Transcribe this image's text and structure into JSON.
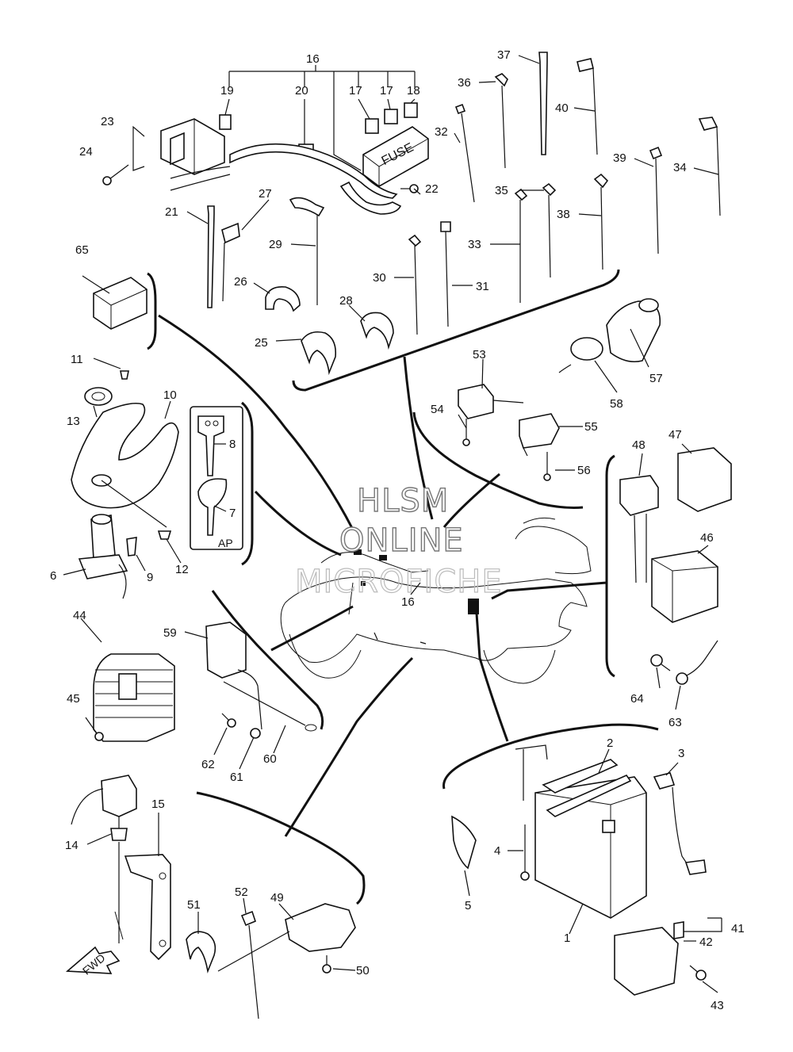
{
  "watermark": {
    "line1": "HLSM",
    "line2": "ONLINE",
    "line3": "MICROFICHE"
  },
  "fuse_box_label": "FUSE",
  "key_set_label": "AP",
  "fwd_label": "FWD",
  "callouts": [
    {
      "id": "c16a",
      "text": "16"
    },
    {
      "id": "c19",
      "text": "19"
    },
    {
      "id": "c20",
      "text": "20"
    },
    {
      "id": "c17a",
      "text": "17"
    },
    {
      "id": "c17b",
      "text": "17"
    },
    {
      "id": "c18",
      "text": "18"
    },
    {
      "id": "c23",
      "text": "23"
    },
    {
      "id": "c24",
      "text": "24"
    },
    {
      "id": "c22",
      "text": "22"
    },
    {
      "id": "c21",
      "text": "21"
    },
    {
      "id": "c27",
      "text": "27"
    },
    {
      "id": "c29",
      "text": "29"
    },
    {
      "id": "c26",
      "text": "26"
    },
    {
      "id": "c28",
      "text": "28"
    },
    {
      "id": "c25",
      "text": "25"
    },
    {
      "id": "c65",
      "text": "65"
    },
    {
      "id": "c37",
      "text": "37"
    },
    {
      "id": "c36",
      "text": "36"
    },
    {
      "id": "c40",
      "text": "40"
    },
    {
      "id": "c32",
      "text": "32"
    },
    {
      "id": "c39",
      "text": "39"
    },
    {
      "id": "c34",
      "text": "34"
    },
    {
      "id": "c35",
      "text": "35"
    },
    {
      "id": "c38",
      "text": "38"
    },
    {
      "id": "c33",
      "text": "33"
    },
    {
      "id": "c30",
      "text": "30"
    },
    {
      "id": "c31",
      "text": "31"
    },
    {
      "id": "c11",
      "text": "11"
    },
    {
      "id": "c13",
      "text": "13"
    },
    {
      "id": "c10",
      "text": "10"
    },
    {
      "id": "c8",
      "text": "8"
    },
    {
      "id": "c7",
      "text": "7"
    },
    {
      "id": "c9",
      "text": "9"
    },
    {
      "id": "c12",
      "text": "12"
    },
    {
      "id": "c6",
      "text": "6"
    },
    {
      "id": "c53",
      "text": "53"
    },
    {
      "id": "c54",
      "text": "54"
    },
    {
      "id": "c55",
      "text": "55"
    },
    {
      "id": "c56",
      "text": "56"
    },
    {
      "id": "c57",
      "text": "57"
    },
    {
      "id": "c58",
      "text": "58"
    },
    {
      "id": "c48",
      "text": "48"
    },
    {
      "id": "c47",
      "text": "47"
    },
    {
      "id": "c46",
      "text": "46"
    },
    {
      "id": "c64",
      "text": "64"
    },
    {
      "id": "c63",
      "text": "63"
    },
    {
      "id": "c16b",
      "text": "16"
    },
    {
      "id": "c44",
      "text": "44"
    },
    {
      "id": "c45",
      "text": "45"
    },
    {
      "id": "c59",
      "text": "59"
    },
    {
      "id": "c62",
      "text": "62"
    },
    {
      "id": "c61",
      "text": "61"
    },
    {
      "id": "c60",
      "text": "60"
    },
    {
      "id": "c2",
      "text": "2"
    },
    {
      "id": "c3",
      "text": "3"
    },
    {
      "id": "c4",
      "text": "4"
    },
    {
      "id": "c5",
      "text": "5"
    },
    {
      "id": "c1",
      "text": "1"
    },
    {
      "id": "c41",
      "text": "41"
    },
    {
      "id": "c42",
      "text": "42"
    },
    {
      "id": "c43",
      "text": "43"
    },
    {
      "id": "c14",
      "text": "14"
    },
    {
      "id": "c15",
      "text": "15"
    },
    {
      "id": "c51",
      "text": "51"
    },
    {
      "id": "c52",
      "text": "52"
    },
    {
      "id": "c49",
      "text": "49"
    },
    {
      "id": "c50",
      "text": "50"
    }
  ]
}
